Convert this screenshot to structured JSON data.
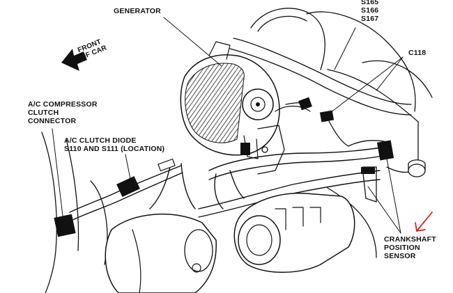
{
  "labels": {
    "generator": "GENERATOR",
    "splices": [
      "S165",
      "S166",
      "S167"
    ],
    "c118": "C118",
    "front_of_car": [
      "FRONT",
      "OF CAR"
    ],
    "ac_compressor": [
      "A/C COMPRESSOR",
      "CLUTCH",
      "CONNECTOR"
    ],
    "ac_clutch_diode": [
      "A/C CLUTCH DIODE",
      "S110 AND S111 (LOCATION)"
    ],
    "crankshaft_sensor": [
      "CRANKSHAFT",
      "POSITION",
      "SENSOR"
    ]
  },
  "colors": {
    "ink": "#111111",
    "annotation": "#e0201b"
  }
}
